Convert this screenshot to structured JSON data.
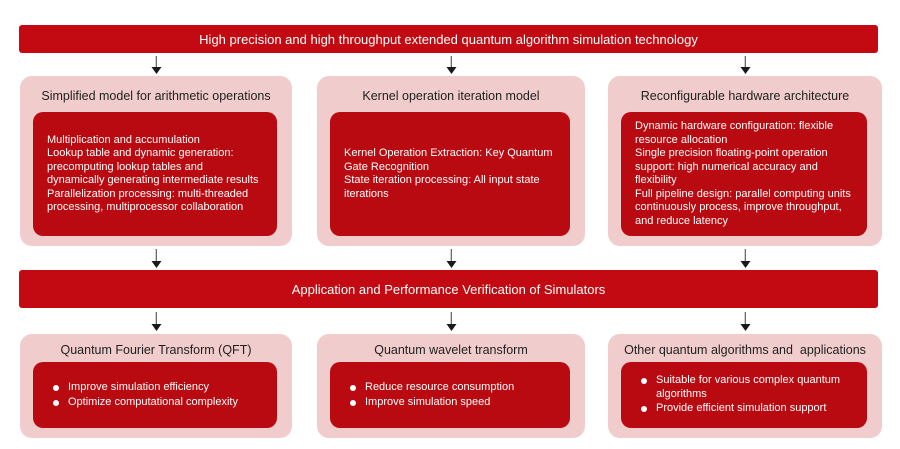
{
  "colors": {
    "banner_red": "#c30a12",
    "inner_box_red": "#b80a10",
    "panel_pink": "#f1cccc",
    "title_text": "#1f1f1f",
    "body_text": "#ffffff",
    "arrow": "#1a1a1a",
    "background": "#ffffff"
  },
  "top_banner": {
    "label": "High precision and high throughput extended quantum algorithm simulation technology"
  },
  "middle_banner": {
    "label": "Application and Performance Verification of Simulators"
  },
  "top_row": [
    {
      "title": "Simplified model for arithmetic operations",
      "lines": [
        "Multiplication and accumulation",
        "Lookup table and dynamic generation: precomputing lookup tables and dynamically generating intermediate results",
        "Parallelization processing: multi-threaded processing, multiprocessor collaboration"
      ]
    },
    {
      "title": "Kernel operation iteration model",
      "lines": [
        "Kernel Operation Extraction: Key Quantum Gate Recognition",
        "State iteration processing: All input state iterations"
      ]
    },
    {
      "title": "Reconfigurable hardware architecture",
      "lines": [
        "Dynamic hardware configuration: flexible resource allocation",
        "Single precision floating-point operation support: high numerical accuracy and flexibility",
        "Full pipeline design: parallel computing units continuously process, improve throughput, and reduce latency"
      ]
    }
  ],
  "bottom_row": [
    {
      "title": "Quantum Fourier Transform (QFT)",
      "bullets": [
        "Improve simulation efficiency",
        "Optimize computational complexity"
      ]
    },
    {
      "title": "Quantum wavelet transform",
      "bullets": [
        "Reduce resource consumption",
        "Improve simulation speed"
      ]
    },
    {
      "title": "Other quantum algorithms and  applications",
      "bullets": [
        "Suitable for various complex quantum algorithms",
        "Provide efficient simulation support"
      ]
    }
  ]
}
